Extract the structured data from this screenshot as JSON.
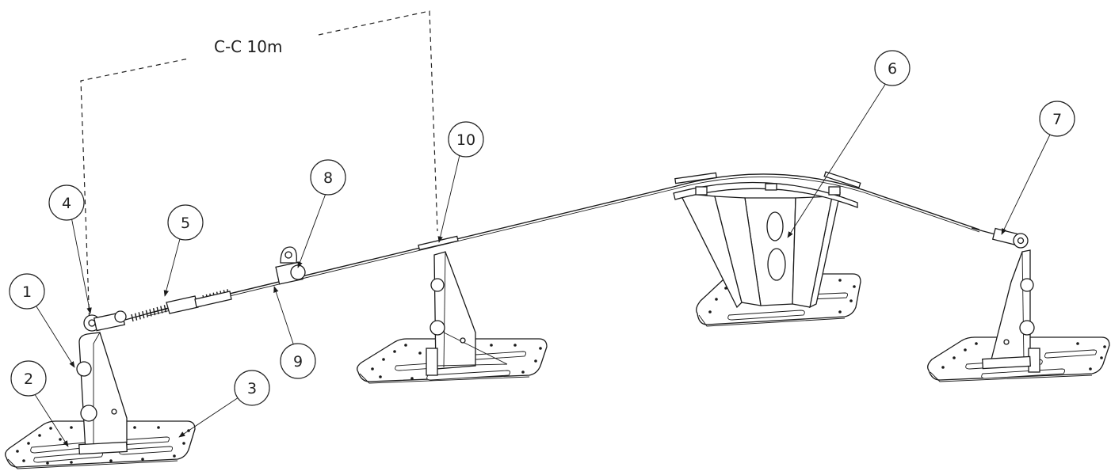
{
  "dimension": {
    "label": "C-C 10m"
  },
  "callouts": [
    {
      "id": "1",
      "label": "1"
    },
    {
      "id": "2",
      "label": "2"
    },
    {
      "id": "3",
      "label": "3"
    },
    {
      "id": "4",
      "label": "4"
    },
    {
      "id": "5",
      "label": "5"
    },
    {
      "id": "6",
      "label": "6"
    },
    {
      "id": "7",
      "label": "7"
    },
    {
      "id": "8",
      "label": "8"
    },
    {
      "id": "9",
      "label": "9"
    },
    {
      "id": "10",
      "label": "10"
    }
  ],
  "colors": {
    "line": "#1a1a1a",
    "background": "#ffffff"
  }
}
